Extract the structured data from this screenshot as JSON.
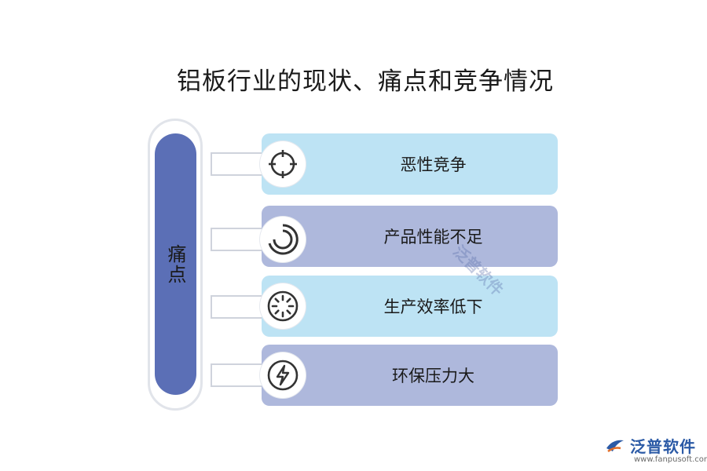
{
  "title": "铝板行业的现状、痛点和竞争情况",
  "center_label": "痛点",
  "items": [
    {
      "label": "恶性竞争",
      "icon": "crosshair-icon"
    },
    {
      "label": "产品性能不足",
      "icon": "circular-progress-icon"
    },
    {
      "label": "生产效率低下",
      "icon": "loading-spinner-icon"
    },
    {
      "label": "环保压力大",
      "icon": "lightning-bolt-icon"
    }
  ],
  "colors": {
    "pill": "#5b6fb6",
    "card_light": "#bde3f4",
    "card_dark": "#aeb8dc"
  },
  "watermark": "泛普软件",
  "brand": {
    "name": "泛普软件",
    "url": "www.fanpusoft.com"
  }
}
